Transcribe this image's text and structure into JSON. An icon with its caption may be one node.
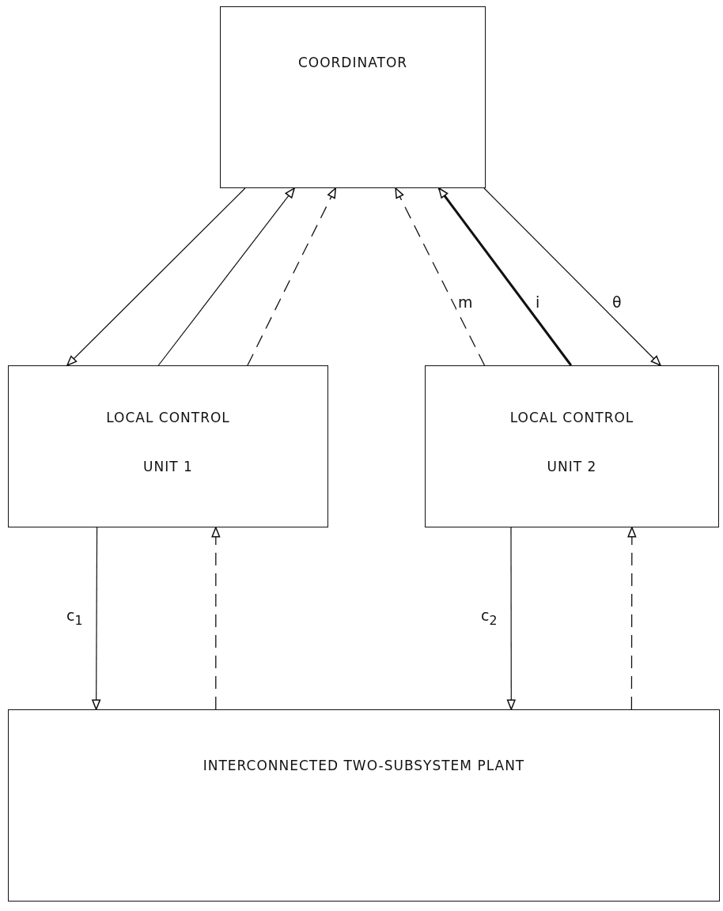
{
  "diagram": {
    "nodes": [
      {
        "text": [
          "COORDINATOR"
        ]
      },
      {
        "text": [
          "LOCAL CONTROL",
          "UNIT 1"
        ]
      },
      {
        "text": [
          "LOCAL CONTROL",
          "UNIT 2"
        ]
      },
      {
        "text": [
          "INTERCONNECTED TWO-SUBSYSTEM PLANT"
        ]
      }
    ],
    "edges": [
      {
        "from": 0,
        "to": 1,
        "arrow": "to"
      },
      {
        "from": 1,
        "to": 0,
        "arrow": "to"
      },
      {
        "from": 1,
        "to": 0,
        "arrow": "to",
        "style": "dashed"
      },
      {
        "from": 2,
        "to": 0,
        "arrow": "to",
        "style": "dashed",
        "label": "m"
      },
      {
        "from": 2,
        "to": 0,
        "arrow": "to",
        "style": "thick",
        "label": "i"
      },
      {
        "from": 0,
        "to": 2,
        "arrow": "to",
        "label": "θ"
      },
      {
        "from": 1,
        "to": 3,
        "arrow": "to",
        "label": "c$_{1}$"
      },
      {
        "from": 3,
        "to": 1,
        "arrow": "to",
        "style": "dashed"
      },
      {
        "from": 2,
        "to": 3,
        "arrow": "to",
        "label": "c$_{2}$"
      },
      {
        "from": 3,
        "to": 2,
        "arrow": "to",
        "style": "dashed"
      }
    ]
  }
}
